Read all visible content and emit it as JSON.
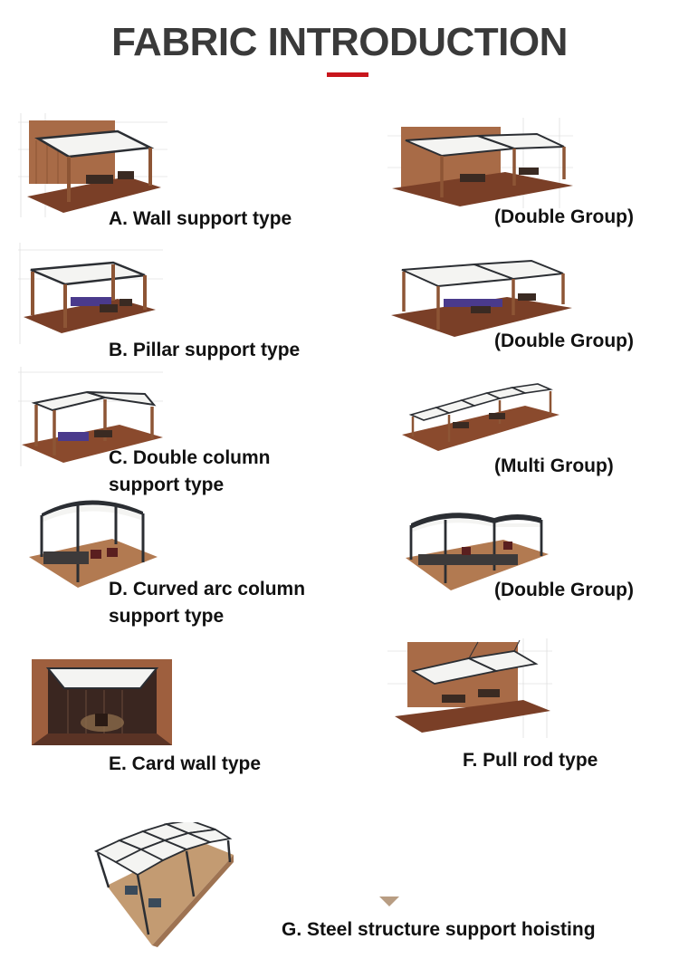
{
  "page": {
    "title": "FABRIC INTRODUCTION",
    "accent_color": "#c8161d",
    "wood_color": "#a86b47",
    "deck_color": "#7a3f27",
    "fabric_color": "#f4f4f2",
    "frame_color": "#2b2e33"
  },
  "items": [
    {
      "key": "A",
      "label": "A. Wall support type",
      "icon": "wall-pergola-icon"
    },
    {
      "key": "A2",
      "label": "(Double Group)",
      "icon": "wall-pergola-double-icon"
    },
    {
      "key": "B",
      "label": "B. Pillar support type",
      "icon": "pillar-pergola-icon"
    },
    {
      "key": "B2",
      "label": "(Double Group)",
      "icon": "pillar-pergola-double-icon"
    },
    {
      "key": "C",
      "label": "C. Double column",
      "label2": "support type",
      "icon": "double-column-pergola-icon"
    },
    {
      "key": "C2",
      "label": "(Multi Group)",
      "icon": "double-column-multi-icon"
    },
    {
      "key": "D",
      "label": "D. Curved arc column",
      "label2": "support type",
      "icon": "curved-arc-pergola-icon"
    },
    {
      "key": "D2",
      "label": "(Double Group)",
      "icon": "curved-arc-double-icon"
    },
    {
      "key": "E",
      "label": "E. Card wall type",
      "icon": "card-wall-pergola-icon"
    },
    {
      "key": "F",
      "label": "F. Pull rod type",
      "icon": "pull-rod-pergola-icon"
    },
    {
      "key": "G",
      "label": "G. Steel structure support hoisting",
      "icon": "steel-structure-canopy-icon"
    }
  ]
}
